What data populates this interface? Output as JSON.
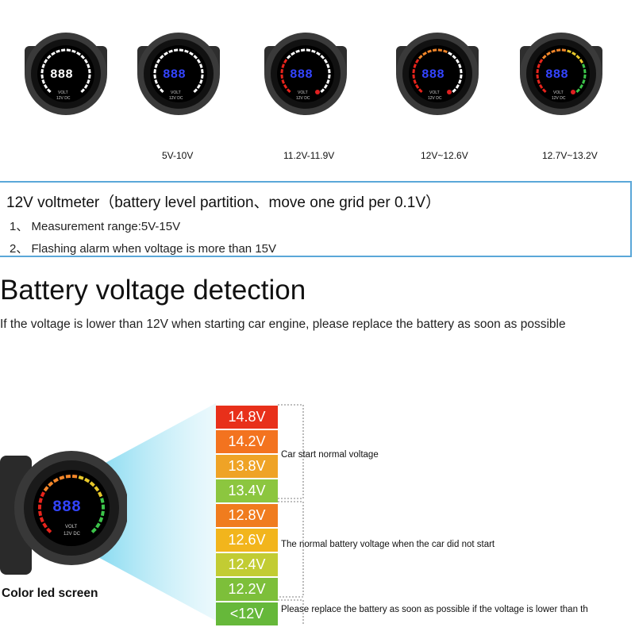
{
  "meters": {
    "captions": [
      "5V-10V",
      "11.2V-11.9V",
      "12V~12.6V",
      "12.7V~13.2V"
    ],
    "face_text": {
      "volt": "VOLT",
      "dc": "12V DC"
    }
  },
  "spec": {
    "title": "12V voltmeter（battery level partition、move one grid per 0.1V）",
    "items": [
      "1、 Measurement range:5V-15V",
      "2、 Flashing alarm when voltage is more than 15V"
    ]
  },
  "detection": {
    "heading": "Battery voltage detection",
    "note": "If the voltage is lower than 12V when starting car engine, please replace the battery as soon as possible"
  },
  "scale": {
    "levels": [
      {
        "label": "14.8V",
        "color": "#e8301a"
      },
      {
        "label": "14.2V",
        "color": "#f3731f"
      },
      {
        "label": "13.8V",
        "color": "#efa326"
      },
      {
        "label": "13.4V",
        "color": "#8cc63f"
      },
      {
        "label": "12.8V",
        "color": "#f07c1e"
      },
      {
        "label": "12.6V",
        "color": "#f2b51c"
      },
      {
        "label": "12.4V",
        "color": "#c2cc33"
      },
      {
        "label": "12.2V",
        "color": "#7dbf3a"
      },
      {
        "label": "<12V",
        "color": "#66b83a"
      }
    ],
    "annotations": {
      "start": "Car start normal voltage",
      "normal": "The normal battery voltage when the car did not start",
      "replace": "Please replace the battery as soon as possible if the voltage is lower than th"
    }
  },
  "led_screen_label": "Color led screen",
  "colors": {
    "frame_blue": "#5aa7d8",
    "glow": "#7fd8f0",
    "display_blue": "#2233cc"
  }
}
